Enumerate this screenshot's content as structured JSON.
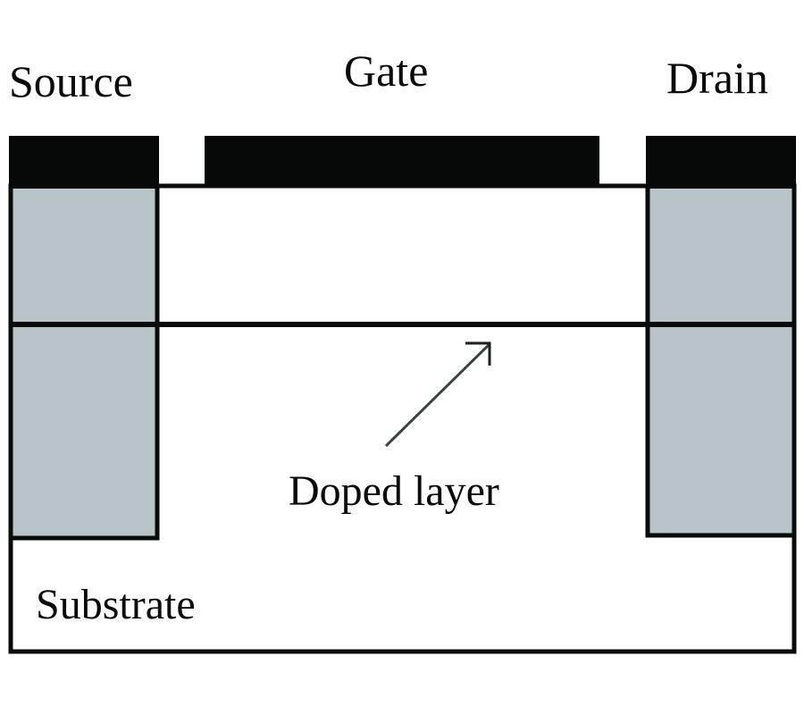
{
  "diagram": {
    "type": "device-cross-section",
    "labels": {
      "source": "Source",
      "gate": "Gate",
      "drain": "Drain",
      "doped_layer": "Doped layer",
      "substrate": "Substrate"
    },
    "colors": {
      "contact": "#070909",
      "region_fill": "#b8c4c7",
      "outline": "#0a0c0c",
      "background": "#ffffff",
      "arrow": "#3a4446"
    }
  }
}
